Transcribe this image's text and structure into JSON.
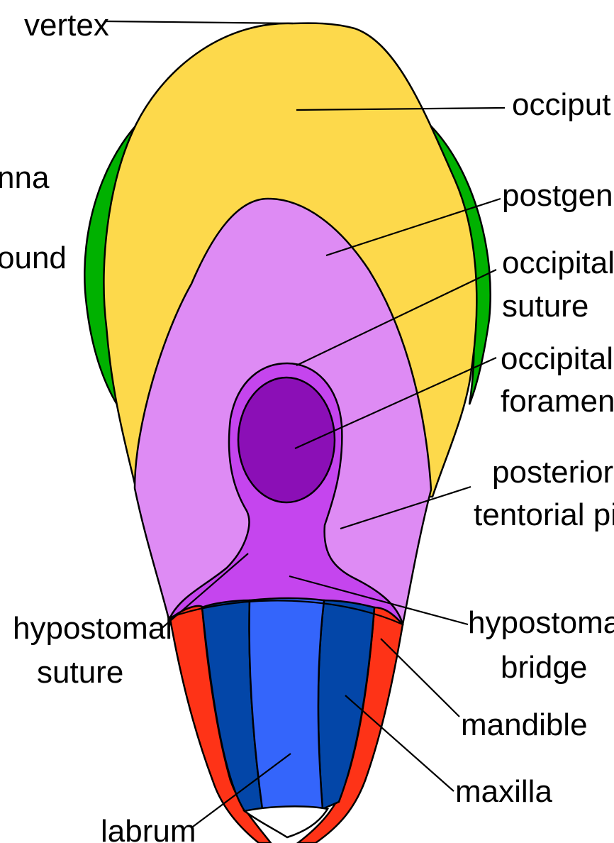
{
  "colors": {
    "background": "#ffffff",
    "occiput": "#fdd94b",
    "compound_eye": "#00b100",
    "postgena": "#de8bf4",
    "occipital_suture_region": "#c545ee",
    "occipital_foramen": "#8b0fb6",
    "mandible": "#fe3317",
    "maxilla_dark": "#0346a8",
    "labrum_light": "#3465fb",
    "outline": "#000000"
  },
  "labels": {
    "vertex": "vertex",
    "occiput": "occiput",
    "antenna": "nna",
    "compound": "ound",
    "postgena": "postgena",
    "occipital_suture": [
      "occipital",
      "suture"
    ],
    "occipital_foramen": [
      "occipital",
      "foramen"
    ],
    "posterior_tentorial_pit": [
      "posterior",
      "tentorial pit"
    ],
    "hypostomal_suture": [
      "hypostomal",
      "suture"
    ],
    "hypostomal_bridge": [
      "hypostomal",
      "bridge"
    ],
    "mandible": "mandible",
    "maxilla": "maxilla",
    "labrum": "labrum"
  }
}
